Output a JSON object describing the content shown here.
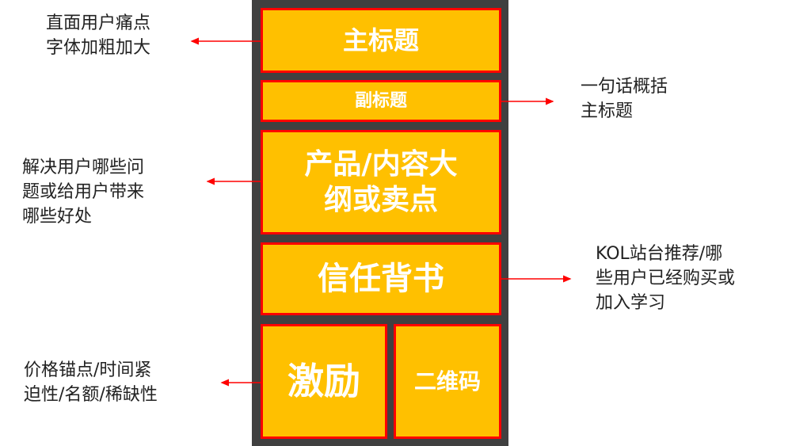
{
  "boxes": {
    "main_title": "主标题",
    "subtitle": "副标题",
    "product": "产品/内容大\n纲或卖点",
    "trust": "信任背书",
    "incentive": "激励",
    "qrcode": "二维码"
  },
  "notes": {
    "main_title": "直面用户痛点\n字体加粗加大",
    "subtitle": "一句话概括\n主标题",
    "product": "解决用户哪些问\n题或给用户带来\n哪些好处",
    "trust": "KOL站台推荐/哪\n些用户已经购买或\n加入学习",
    "incentive": "价格锚点/时间紧\n迫性/名额/稀缺性"
  },
  "colors": {
    "box": "#FFC000",
    "border": "#FF0000",
    "column": "#404040",
    "arrow": "#FF0000"
  }
}
